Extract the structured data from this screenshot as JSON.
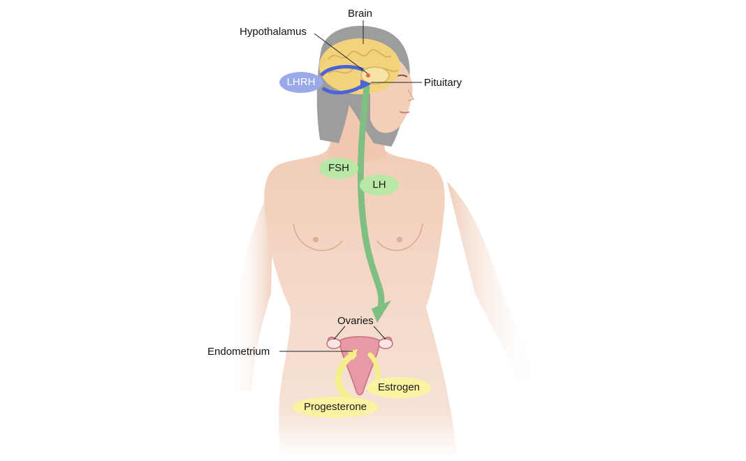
{
  "labels": {
    "brain": "Brain",
    "hypothalamus": "Hypothalamus",
    "pituitary": "Pituitary",
    "ovaries": "Ovaries",
    "endometrium": "Endometrium"
  },
  "hormones": {
    "lhrh": "LHRH",
    "fsh": "FSH",
    "lh": "LH",
    "estrogen": "Estrogen",
    "progesterone": "Progesterone"
  },
  "colors": {
    "skin": "#f3d2bd",
    "hair": "#9b9b9b",
    "brain": "#f2d37c",
    "lhrh": "#9aa9e8",
    "fsh_lh": "#b9e8a6",
    "green_arrow": "#7fbf82",
    "blue_arrow": "#4a63d6",
    "estrogen_progesterone": "#fbf3a1",
    "yellow_arrow": "#f6ee8a",
    "uterus": "#e79aa6"
  }
}
